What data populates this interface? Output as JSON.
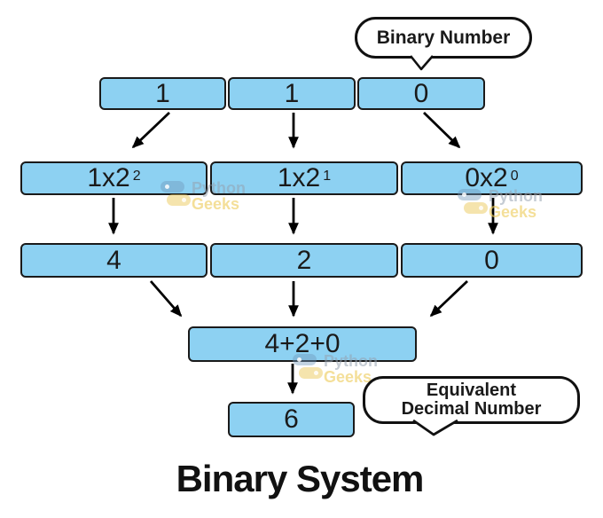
{
  "title": "Binary System",
  "callout_binary": {
    "label": "Binary Number"
  },
  "callout_decimal": {
    "line1": "Equivalent",
    "line2": "Decimal Number"
  },
  "binary_row": [
    "1",
    "1",
    "0"
  ],
  "expansion_row": [
    {
      "base": "1x2",
      "exp": "2"
    },
    {
      "base": "1x2",
      "exp": "1"
    },
    {
      "base": "0x2",
      "exp": "0"
    }
  ],
  "value_row": [
    "4",
    "2",
    "0"
  ],
  "sum_box": "4+2+0",
  "result_box": "6",
  "watermark": {
    "line1": "Python",
    "line2": "Geeks"
  },
  "colors": {
    "box_fill": "#8DD1F2",
    "box_border": "#1A1A1A",
    "arrow": "#000000",
    "bubble_border": "#111111",
    "watermark_gray": "#96A3B1",
    "watermark_yellow": "#EECB5A"
  }
}
